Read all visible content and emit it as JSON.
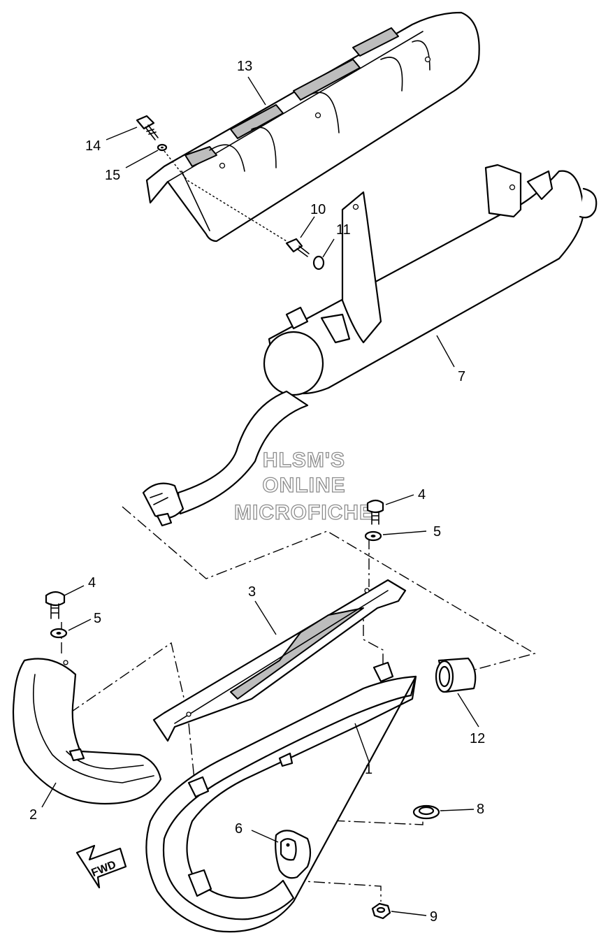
{
  "callouts": [
    "13",
    "14",
    "15",
    "10",
    "11",
    "7",
    "4",
    "5",
    "4",
    "5",
    "3",
    "12",
    "1",
    "2",
    "8",
    "6",
    "9"
  ],
  "watermark": [
    "HLSM'S",
    "ONLINE",
    "MICROFICHE"
  ],
  "direction_label": "FWD"
}
